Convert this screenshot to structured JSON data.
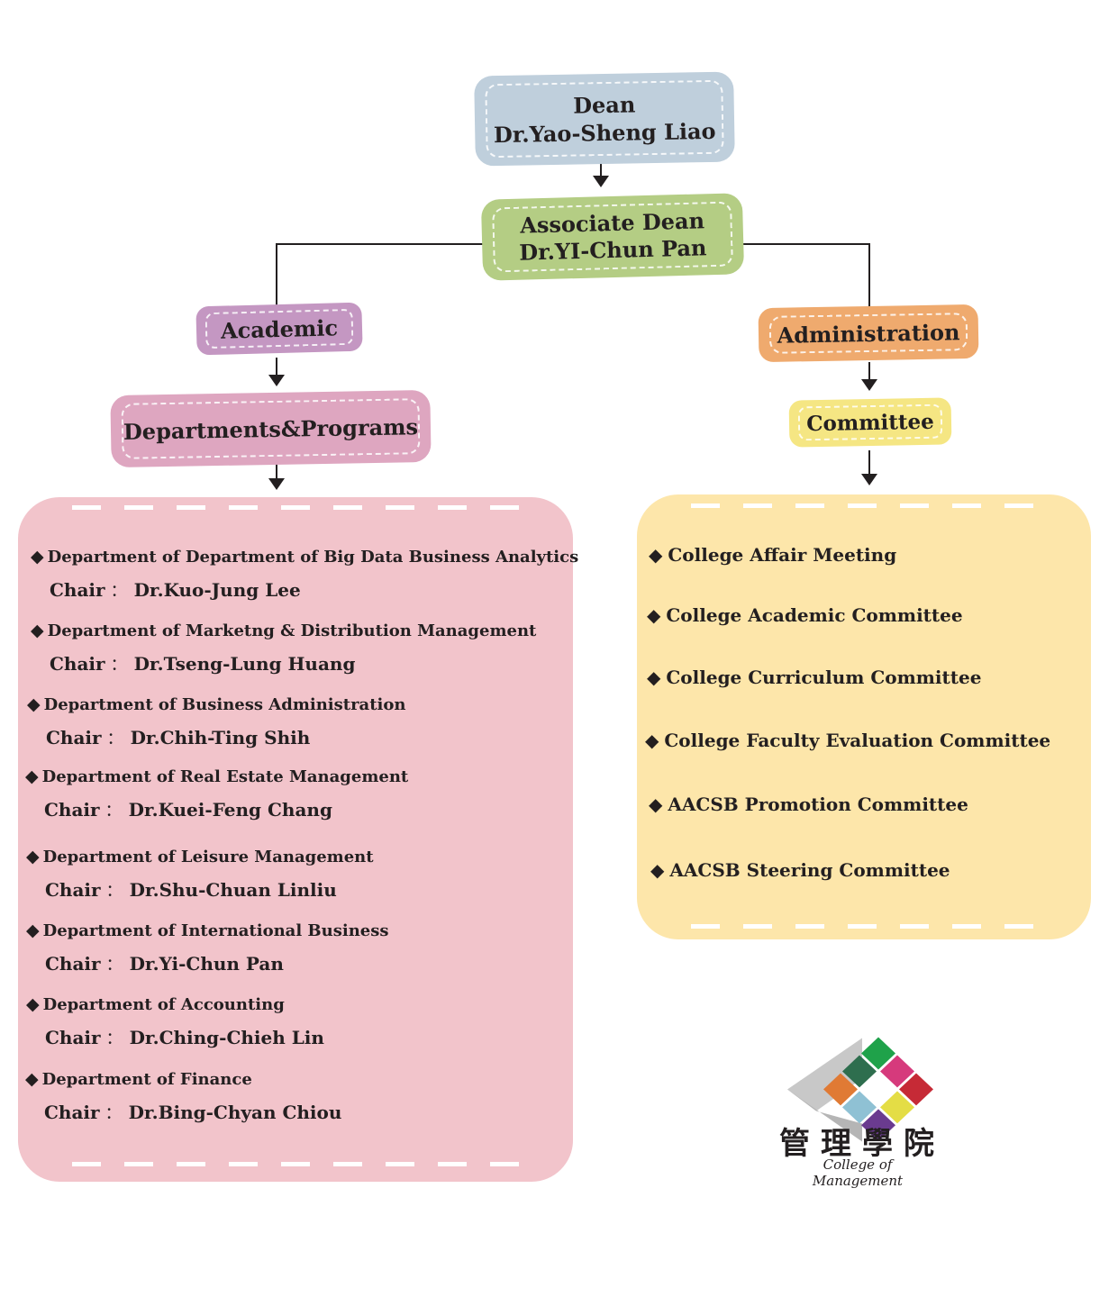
{
  "dean": {
    "title": "Dean",
    "name": "Dr.Yao-Sheng Liao"
  },
  "associate_dean": {
    "title": "Associate Dean",
    "name": "Dr.YI-Chun Pan"
  },
  "academic": {
    "label": "Academic"
  },
  "administration": {
    "label": "Administration"
  },
  "departments": {
    "label": "Departments&Programs"
  },
  "committee": {
    "label": "Committee"
  },
  "bullet": "◆",
  "chair_label": "Chair",
  "chair_separator": "：",
  "department_list": [
    {
      "name": "Department of Department of Big Data Business Analytics",
      "chair": "Dr.Kuo-Jung Lee"
    },
    {
      "name": "Department of Marketng & Distribution Management",
      "chair": "Dr.Tseng-Lung Huang"
    },
    {
      "name": "Department of Business Administration",
      "chair": "Dr.Chih-Ting Shih"
    },
    {
      "name": "Department of Real Estate Management",
      "chair": "Dr.Kuei-Feng Chang"
    },
    {
      "name": "Department of Leisure Management",
      "chair": "Dr.Shu-Chuan Linliu"
    },
    {
      "name": "Department of International Business",
      "chair": "Dr.Yi-Chun Pan"
    },
    {
      "name": "Department of Accounting",
      "chair": "Dr.Ching-Chieh Lin"
    },
    {
      "name": "Department of Finance",
      "chair": "Dr.Bing-Chyan Chiou"
    }
  ],
  "committee_list": [
    "College Affair Meeting",
    "College Academic Committee",
    "College Curriculum Committee",
    "College Faculty Evaluation Committee",
    "AACSB Promotion Committee",
    "AACSB Steering Committee"
  ],
  "logo": {
    "chinese": "管理學院",
    "english": "College of Management",
    "tile_colors": [
      "#1fa24a",
      "#d63a7c",
      "#c62a36",
      "#2e6e4e",
      "#ffffff",
      "#e4dd45",
      "#e07a34",
      "#8fc1d4",
      "#6a3b8f"
    ]
  }
}
